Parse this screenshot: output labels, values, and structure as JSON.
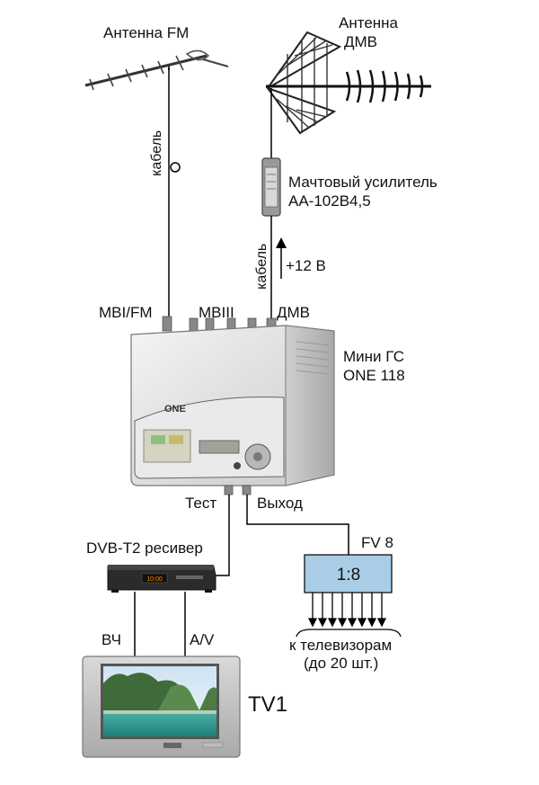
{
  "antennas": {
    "fm_label": "Антенна FM",
    "dmv_label_line1": "Антенна",
    "dmv_label_line2": "ДМВ"
  },
  "cables": {
    "fm_cable": "кабель",
    "dmv_cable": "кабель"
  },
  "amplifier": {
    "line1": "Мачтовый усилитель",
    "line2": "АА-102В4,5",
    "power": "+12 В"
  },
  "inputs": {
    "mbi_fm": "MBI/FM",
    "mbiii": "MBIII",
    "dmv": "ДМВ"
  },
  "headend": {
    "line1": "Мини ГС",
    "line2": "ONE 118",
    "brand": "ONE"
  },
  "outputs": {
    "test": "Тест",
    "output": "Выход"
  },
  "receiver": {
    "label": "DVB-T2 ресивер",
    "display": "10:00"
  },
  "splitter": {
    "name": "FV 8",
    "ratio": "1:8",
    "to_tv_line1": "к телевизорам",
    "to_tv_line2": "(до 20 шт.)"
  },
  "tv": {
    "rf_label": "ВЧ",
    "av_label": "A/V",
    "name": "TV1"
  },
  "colors": {
    "splitter_fill": "#a9cde6",
    "line": "#000000"
  }
}
